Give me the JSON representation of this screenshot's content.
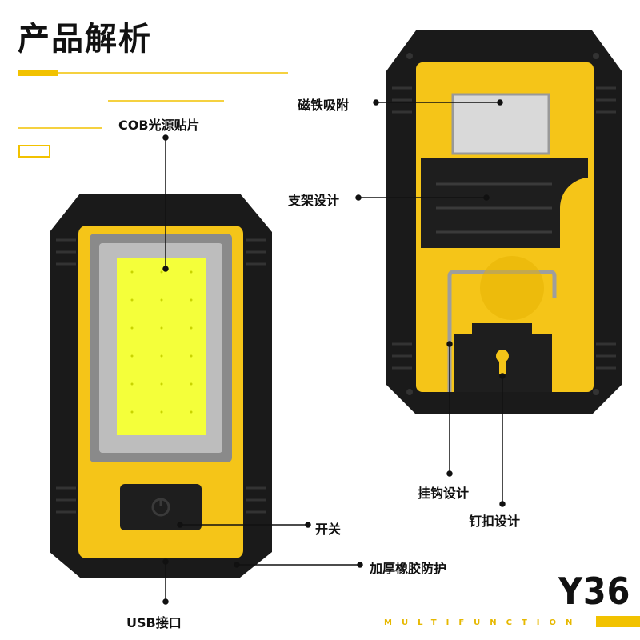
{
  "header": {
    "title": "产品解析"
  },
  "model": "Y36",
  "tagline": "MULTIFUNCTION",
  "labels": {
    "cob": "COB光源贴片",
    "magnet": "磁铁吸附",
    "stand": "支架设计",
    "hook": "挂钩设计",
    "buckle": "钉扣设计",
    "switch": "开关",
    "rubber": "加厚橡胶防护",
    "usb": "USB接口"
  },
  "colors": {
    "accent": "#f2c200",
    "body_yellow": "#f5c518",
    "rubber_black": "#1a1a1a",
    "cob_yellow": "#f4ff3a"
  }
}
